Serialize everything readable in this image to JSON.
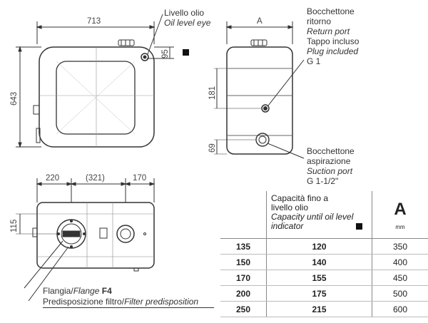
{
  "front_view": {
    "width_dim": "713",
    "height_dim": "643",
    "eye_offset_dim": "95",
    "oil_level_label_it": "Livello olio",
    "oil_level_label_en": "Oil level eye"
  },
  "side_view": {
    "width_dim": "A",
    "return_offset_dim": "181",
    "suction_offset_dim": "69",
    "return_port": {
      "line1_it": "Bocchettone",
      "line2_it": "ritorno",
      "line3_en": "Return port",
      "line4_it": "Tappo incluso",
      "line5_en": "Plug included",
      "size": "G 1"
    },
    "suction_port": {
      "line1_it": "Bocchettone",
      "line2_it": "aspirazione",
      "line3_en": "Suction port",
      "size": "G 1-1/2\""
    }
  },
  "top_view": {
    "dim_left": "220",
    "dim_center": "(321)",
    "dim_right": "170",
    "dim_side": "115",
    "flange_label_it": "Flangia/",
    "flange_label_en": "Flange",
    "flange_code": "F4",
    "filter_label_it": "Predisposizione filtro/",
    "filter_label_en": "Filter predisposition"
  },
  "spec_table": {
    "header": {
      "capacity_it_1": "Capacità fino a",
      "capacity_it_2": "livello olio",
      "capacity_en_1": "Capacity until oil level",
      "capacity_en_2": "indicator",
      "col_a": "A",
      "col_a_unit": "mm"
    },
    "rows": [
      {
        "model": "135",
        "capacity": "120",
        "a": "350"
      },
      {
        "model": "150",
        "capacity": "140",
        "a": "400"
      },
      {
        "model": "170",
        "capacity": "155",
        "a": "450"
      },
      {
        "model": "200",
        "capacity": "175",
        "a": "500"
      },
      {
        "model": "250",
        "capacity": "215",
        "a": "600"
      }
    ]
  }
}
